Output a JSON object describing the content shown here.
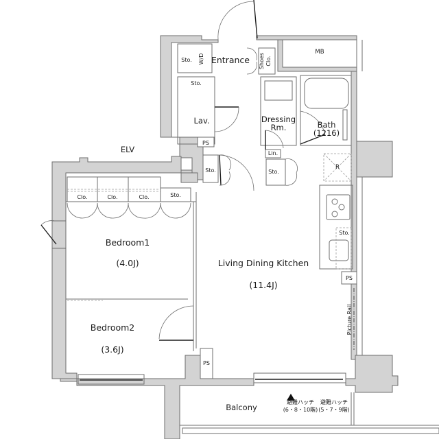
{
  "floor_plan": {
    "rooms": {
      "entrance": "Entrance",
      "mb": "MB",
      "lav": "Lav.",
      "dressing_line1": "Dressing",
      "dressing_line2": "Rm.",
      "bath_line1": "Bath",
      "bath_line2": "(1216)",
      "elv": "ELV",
      "bedroom1": "Bedroom1",
      "bedroom1_size": "(4.0J)",
      "bedroom2": "Bedroom2",
      "bedroom2_size": "(3.6J)",
      "ldk": "Living Dining Kitchen",
      "ldk_size": "(11.4J)",
      "balcony": "Balcony"
    },
    "storage": {
      "sto": "Sto.",
      "wd": "W/D",
      "shoes_line1": "Shoes",
      "shoes_line2": "Clo.",
      "clo": "Clo.",
      "lin": "Lin.",
      "ps": "PS",
      "refrigerator": "R"
    },
    "annotations": {
      "picture_rail": "Picture Rail",
      "hatch1_line1": "避難ハッチ",
      "hatch1_line2": "(6・8・10階)",
      "hatch2_line1": "避難ハッチ",
      "hatch2_line2": "(5・7・9階)"
    }
  }
}
